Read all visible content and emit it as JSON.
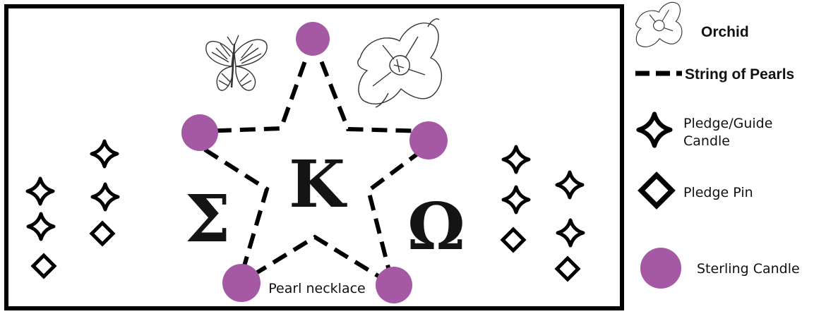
{
  "diagram": {
    "letters": {
      "left": "Σ",
      "center": "K",
      "right": "Ω"
    },
    "center_caption": "Pearl necklace"
  },
  "legend": {
    "orchid": "Orchid",
    "pearls": "String of Pearls",
    "candle_line1": "Pledge/Guide",
    "candle_line2": "Candle",
    "pin": "Pledge Pin",
    "sterling": "Sterling Candle"
  },
  "colors": {
    "sterling_candle": "#a559a5",
    "ink": "#111111",
    "frame": "#000000"
  },
  "icons": {
    "butterfly": "butterfly-sketch-icon",
    "orchid": "orchid-sketch-icon",
    "candle": "four-point-star-icon",
    "pin": "diamond-icon",
    "sterling": "purple-circle-icon"
  }
}
